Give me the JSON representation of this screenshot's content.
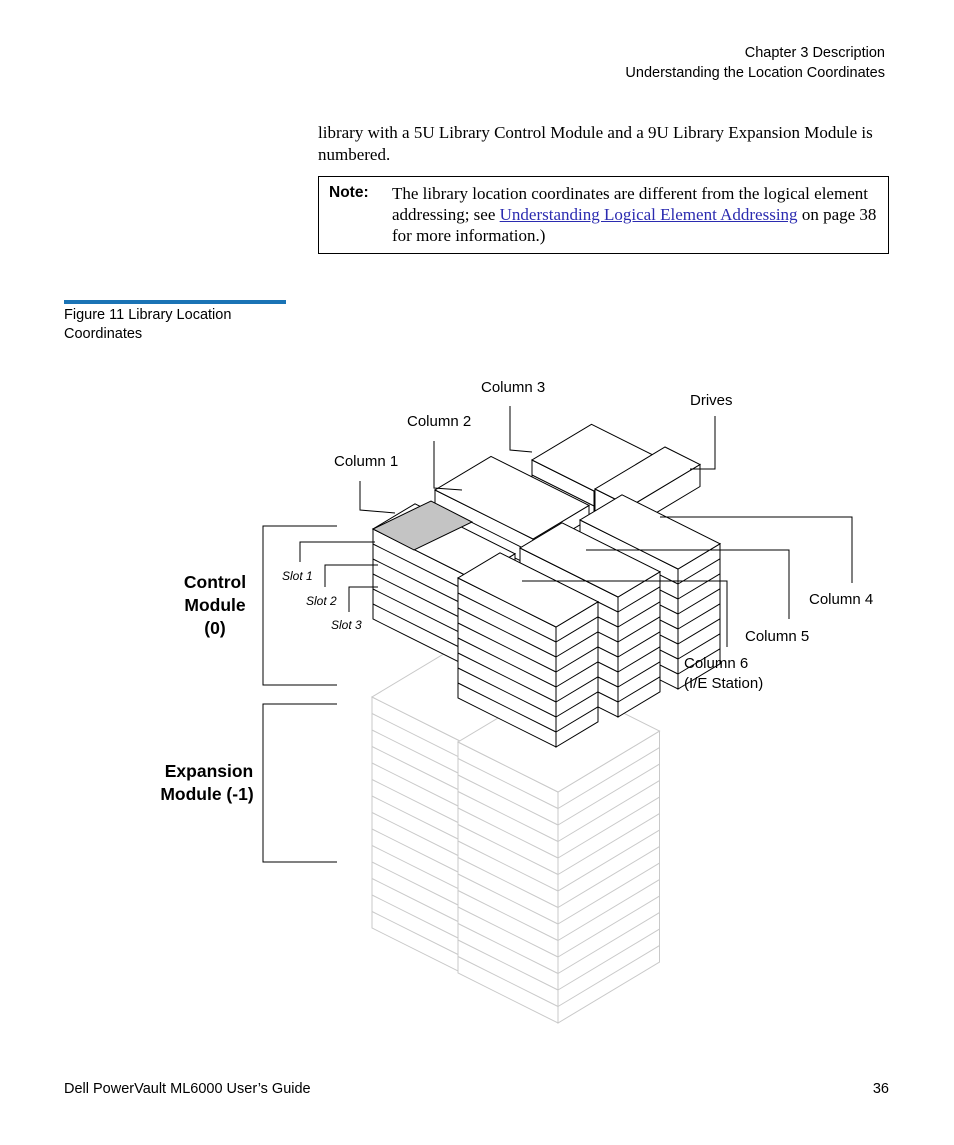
{
  "header": {
    "chapter": "Chapter 3  Description",
    "section": "Understanding the Location Coordinates"
  },
  "body": {
    "paragraph": "library with a 5U Library Control Module and a 9U Library Expansion Module is numbered."
  },
  "note": {
    "label": "Note:",
    "text_before": "The library location coordinates are different from the logical element addressing; see ",
    "link_text": "Understanding Logical Element Addressing",
    "text_after": " on page 38 for more information.)"
  },
  "figure": {
    "caption": "Figure 11  Library Location Coordinates",
    "labels": {
      "column1": "Column 1",
      "column2": "Column 2",
      "column3": "Column 3",
      "drives": "Drives",
      "column4": "Column 4",
      "column5": "Column 5",
      "column6_line1": "Column 6",
      "column6_line2": "(I/E Station)",
      "slot1": "Slot 1",
      "slot2": "Slot 2",
      "slot3": "Slot 3",
      "control_line1": "Control",
      "control_line2": "Module",
      "control_line3": "(0)",
      "expansion_line1": "Expansion",
      "expansion_line2": "Module (-1)"
    }
  },
  "footer": {
    "title": "Dell PowerVault ML6000 User’s Guide",
    "page_number": "36"
  }
}
